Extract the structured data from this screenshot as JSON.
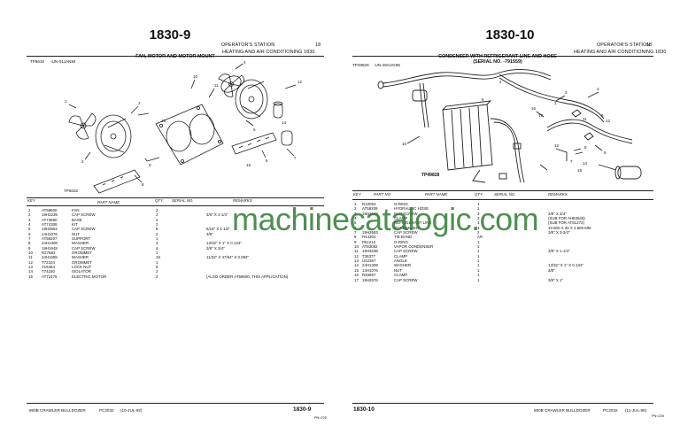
{
  "watermark": "machinecatalogic.com",
  "left": {
    "page_number": "1830-9",
    "header_line1": "OPERATOR'S STATION",
    "header_section": "18",
    "header_line2": "HEATING AND AIR CONDITIONING 1830",
    "fig_id_top": "TP5632",
    "fig_code": "-UN-01JAN94",
    "part_title": "FAN, MOTOR AND MOTOR MOUNT",
    "fig_label_bottom": "TP5632",
    "columns": {
      "key": "KEY",
      "part": "PART NAME",
      "qty": "QTY.",
      "serial": "SERIAL NO.",
      "remarks": "REMARKS"
    },
    "rows": [
      {
        "key": "1",
        "part": "AT58600",
        "name": "FAN",
        "qty": "2",
        "remarks": ""
      },
      {
        "key": "2",
        "part": "19H3239",
        "name": "CAP SCREW",
        "qty": "2",
        "remarks": "3/8\" X 1-1/4\""
      },
      {
        "key": "3",
        "part": "AT72880",
        "name": "BASE",
        "qty": "2",
        "remarks": ""
      },
      {
        "key": "4",
        "part": "AT74308",
        "name": "KIT",
        "qty": "2",
        "remarks": ""
      },
      {
        "key": "5",
        "part": "19H3552",
        "name": "CAP SCREW",
        "qty": "8",
        "remarks": "5/16\" X 1-1/2\""
      },
      {
        "key": "6",
        "part": "14H1076",
        "name": "NUT",
        "qty": "2",
        "remarks": "3/8\""
      },
      {
        "key": "7",
        "part": "AT59207",
        "name": "SUPPORT",
        "qty": "1",
        "remarks": ""
      },
      {
        "key": "8",
        "part": "24H1308",
        "name": "WASHER",
        "qty": "4",
        "remarks": "13/32\" X 1\" X 0.134\""
      },
      {
        "key": "9",
        "part": "19H1648",
        "name": "CAP SCREW",
        "qty": "4",
        "remarks": "3/8\" X 3/4\""
      },
      {
        "key": "10",
        "part": "R27583",
        "name": "GROMMET",
        "qty": "1",
        "remarks": ""
      },
      {
        "key": "11",
        "part": "24H1685",
        "name": "WASHER",
        "qty": "16",
        "remarks": "11/32\" X 47/64\" X 0.083\""
      },
      {
        "key": "12",
        "part": "T72104",
        "name": "GROMMET",
        "qty": "1",
        "remarks": ""
      },
      {
        "key": "13",
        "part": "T16464",
        "name": "LOCK NUT",
        "qty": "8",
        "remarks": ""
      },
      {
        "key": "14",
        "part": "T74150",
        "name": "ISOLATOR",
        "qty": "2",
        "remarks": ""
      },
      {
        "key": "15",
        "part": "AT72475",
        "name": "ELECTRIC MOTOR",
        "qty": "2",
        "remarks": "(ALSO ORDER AT58600, THIS APPLICATION)"
      }
    ],
    "footer_model": "850B CRAWLER BULLDOZER",
    "footer_pc": "PC2032",
    "footer_date": "(10-JUL-92)",
    "footer_page": "1830-9",
    "footer_sub": "PN=225"
  },
  "right": {
    "page_number": "1830-10",
    "header_line1": "OPERATOR'S STATION",
    "header_section": "18",
    "header_line2": "HEATING AND AIR CONDITIONING 1830",
    "fig_id_top": "TP49828",
    "fig_code": "-UN-28AUG95",
    "part_title": "CONDENSER WITH REFRIGERANT LINE AND HOSE",
    "part_title_serial": "(SERIAL NO.  -791559)",
    "fig_label_bottom": "TP49828",
    "columns": {
      "key": "KEY",
      "part": "PART NO",
      "name": "PART NAME",
      "qty": "QTY.",
      "serial": "SERIAL NO.",
      "remarks": "REMARKS"
    },
    "rows": [
      {
        "key": "1",
        "part": "R10093",
        "name": "O-RING",
        "qty": "1",
        "remarks": ""
      },
      {
        "key": "2",
        "part": "AT59209",
        "name": "HYDRAULIC HOSE",
        "qty": "1",
        "remarks": ""
      },
      {
        "key": "3",
        "part": "19H1648",
        "name": "CAP SCREW",
        "qty": "3",
        "remarks": "3/8\" X 3/4\""
      },
      {
        "key": "4",
        "part": "",
        "name": "CLAMP",
        "qty": "3",
        "remarks": "(SUB FOR AH83545)"
      },
      {
        "key": "5",
        "part": "",
        "name": "REFRIGERANT LINE",
        "qty": "1",
        "remarks": "(SUB FOR AT81272)"
      },
      {
        "key": "6",
        "part": "",
        "name": "CONDENSER",
        "qty": "1",
        "remarks": "10.500 X 30 X 2.500 MM"
      },
      {
        "key": "7",
        "part": "19H2683",
        "name": "CAP SCREW",
        "qty": "2",
        "remarks": "3/8\" X 3-3/4\""
      },
      {
        "key": "8",
        "part": "R44302",
        "name": "TIE BAND",
        "qty": "AR",
        "remarks": ""
      },
      {
        "key": "9",
        "part": "P51212",
        "name": "O-RING",
        "qty": "1",
        "remarks": ""
      },
      {
        "key": "10",
        "part": "AT83082",
        "name": "VAPOR CONDENSER",
        "qty": "1",
        "remarks": ""
      },
      {
        "key": "11",
        "part": "19H3238",
        "name": "CAP SCREW",
        "qty": "1",
        "remarks": "3/8\" X 1-1/4\""
      },
      {
        "key": "12",
        "part": "T38377",
        "name": "CLAMP",
        "qty": "1",
        "remarks": ""
      },
      {
        "key": "13",
        "part": "U42367",
        "name": "ANGLE",
        "qty": "1",
        "remarks": ""
      },
      {
        "key": "14",
        "part": "24H1308",
        "name": "WASHER",
        "qty": "1",
        "remarks": "13/32\" X 1\" X 0.134\""
      },
      {
        "key": "15",
        "part": "14H1076",
        "name": "NUT",
        "qty": "1",
        "remarks": "3/8\""
      },
      {
        "key": "16",
        "part": "R46867",
        "name": "CLAMP",
        "qty": "1",
        "remarks": ""
      },
      {
        "key": "17",
        "part": "19H2676",
        "name": "CAP SCREW",
        "qty": "1",
        "remarks": "3/8\" X 1\""
      }
    ],
    "footer_page": "1830-10",
    "footer_model": "850B CRAWLER BULLDOZER",
    "footer_pc": "PC2032",
    "footer_date": "(11-JUL-96)",
    "footer_sub": "PN=226"
  }
}
